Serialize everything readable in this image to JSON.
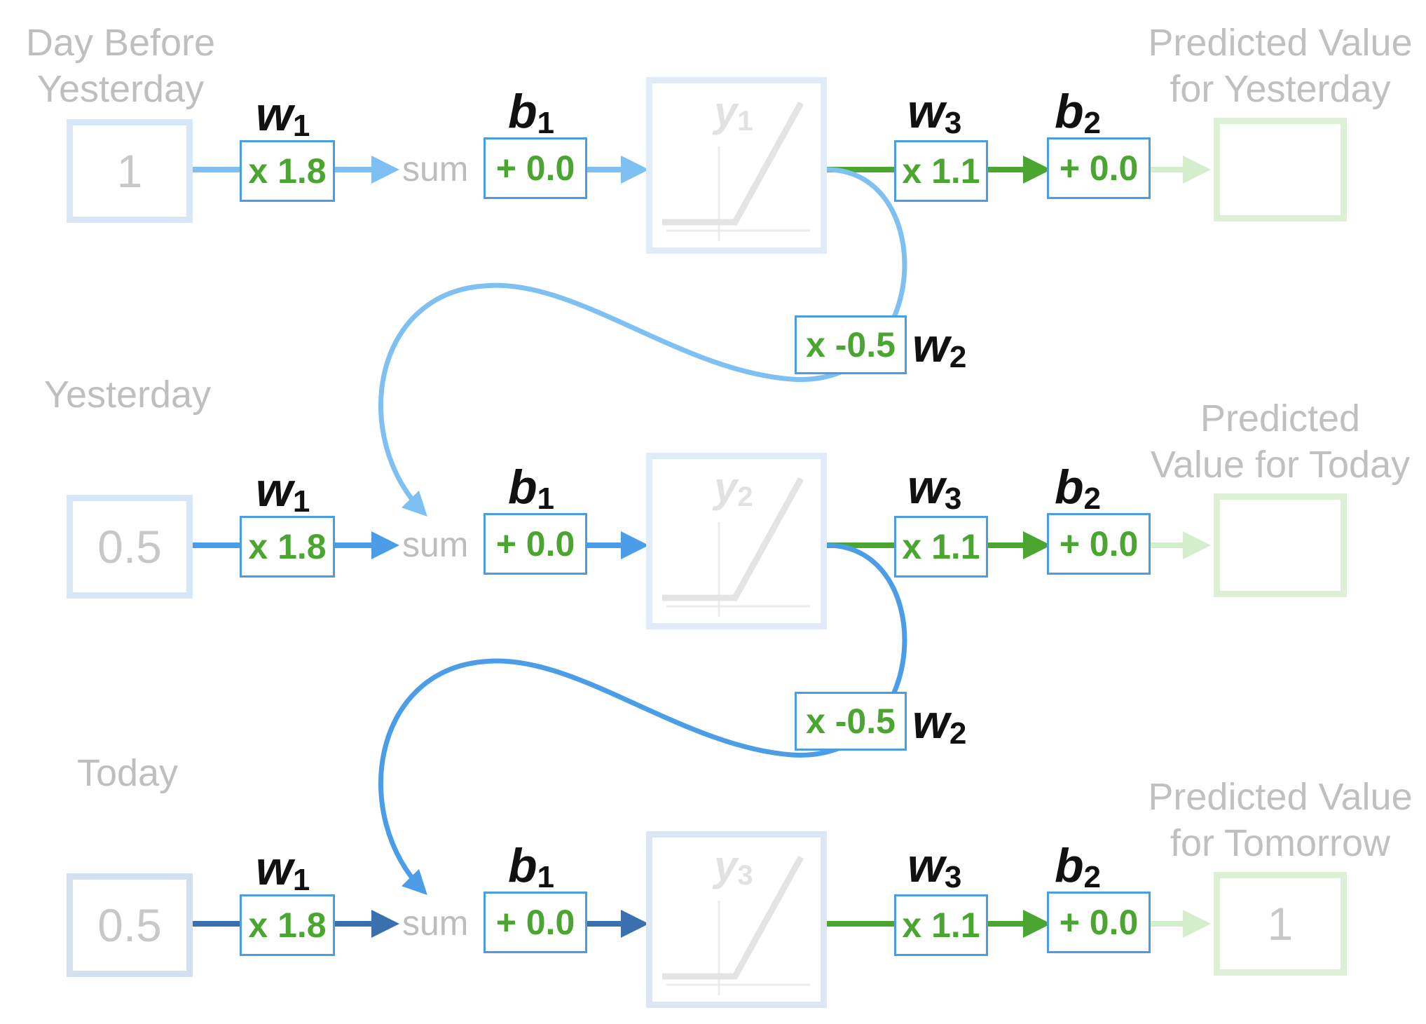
{
  "colors": {
    "blue_light": "#7ec0f1",
    "blue_mid": "#4a9de6",
    "blue_dark": "#3a70ad",
    "green": "#4aa531",
    "green_faded": "#d4eecb",
    "box_blue_faded": "#d8e7f8",
    "box_green_faded": "#ddf0d6"
  },
  "rows": [
    {
      "input_label": [
        "Day Before",
        "Yesterday"
      ],
      "input_value": "1",
      "w1_symbol": "w",
      "w1_sub": "1",
      "w1_value": "x 1.8",
      "sum_label": "sum",
      "b1_symbol": "b",
      "b1_sub": "1",
      "b1_value": "+ 0.0",
      "activation_symbol": "y",
      "activation_sub": "1",
      "w3_symbol": "w",
      "w3_sub": "3",
      "w3_value": "x 1.1",
      "b2_symbol": "b",
      "b2_sub": "2",
      "b2_value": "+ 0.0",
      "output_label": [
        "Predicted Value",
        "for Yesterday"
      ],
      "output_value": ""
    },
    {
      "input_label": [
        "",
        "Yesterday"
      ],
      "input_value": "0.5",
      "w1_symbol": "w",
      "w1_sub": "1",
      "w1_value": "x 1.8",
      "sum_label": "sum",
      "b1_symbol": "b",
      "b1_sub": "1",
      "b1_value": "+ 0.0",
      "activation_symbol": "y",
      "activation_sub": "2",
      "w3_symbol": "w",
      "w3_sub": "3",
      "w3_value": "x 1.1",
      "b2_symbol": "b",
      "b2_sub": "2",
      "b2_value": "+ 0.0",
      "output_label": [
        "Predicted",
        "Value for Today"
      ],
      "output_value": ""
    },
    {
      "input_label": [
        "",
        "Today"
      ],
      "input_value": "0.5",
      "w1_symbol": "w",
      "w1_sub": "1",
      "w1_value": "x 1.8",
      "sum_label": "sum",
      "b1_symbol": "b",
      "b1_sub": "1",
      "b1_value": "+ 0.0",
      "activation_symbol": "y",
      "activation_sub": "3",
      "w3_symbol": "w",
      "w3_sub": "3",
      "w3_value": "x 1.1",
      "b2_symbol": "b",
      "b2_sub": "2",
      "b2_value": "+ 0.0",
      "output_label": [
        "Predicted Value",
        "for Tomorrow"
      ],
      "output_value": "1"
    }
  ],
  "feedback": [
    {
      "w2_symbol": "w",
      "w2_sub": "2",
      "w2_value": "x -0.5"
    },
    {
      "w2_symbol": "w",
      "w2_sub": "2",
      "w2_value": "x -0.5"
    }
  ]
}
